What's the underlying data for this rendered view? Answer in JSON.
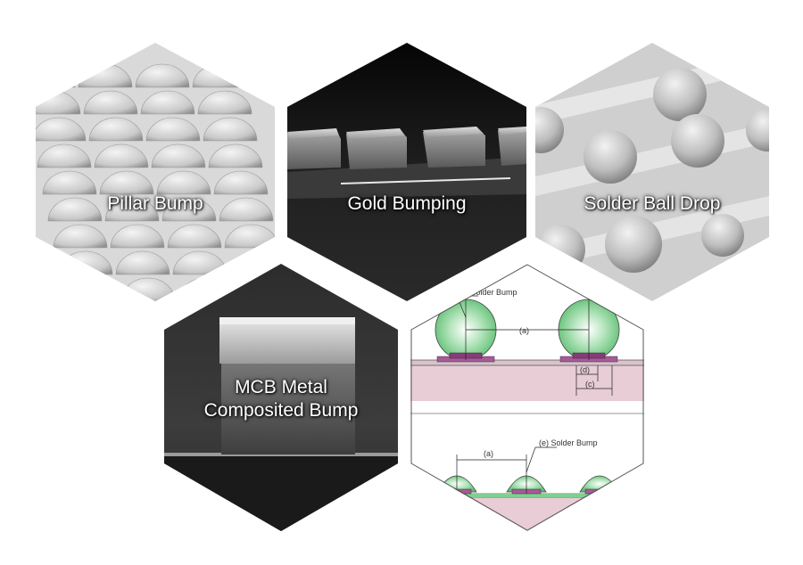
{
  "panels": {
    "pillar_bump": {
      "label": "Pillar Bump"
    },
    "gold_bumping": {
      "label": "Gold Bumping"
    },
    "solder_ball_drop": {
      "label": "Solder Ball Drop"
    },
    "mcb_bump": {
      "label_line1": "MCB Metal",
      "label_line2": "Composited Bump"
    },
    "diagram": {
      "solder_bump_top": "(e) Solder Bump",
      "dim_a_top": "(a)",
      "dim_d": "(d)",
      "dim_c": "(c)",
      "dim_a_bottom": "(a)",
      "solder_bump_bottom": "(e) Solder Bump"
    }
  },
  "colors": {
    "bump_green": "#7fd08f",
    "substrate_pink": "#e8cdd6",
    "pad_purple": "#a85a9a"
  }
}
